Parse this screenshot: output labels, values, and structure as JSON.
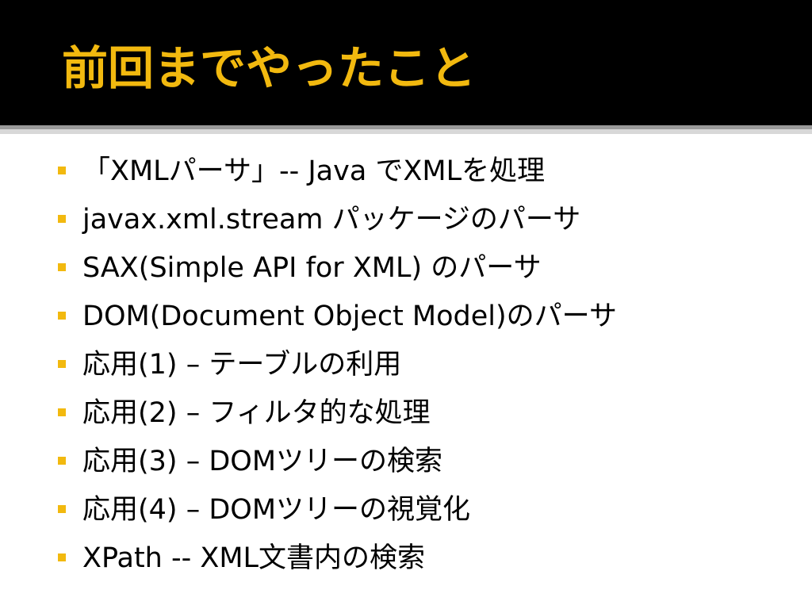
{
  "title": "前回までやったこと",
  "colors": {
    "title_bar": "#000000",
    "title_text": "#F2B90F",
    "bullet": "#F2B90F",
    "body_text": "#000000",
    "background": "#FFFFFF"
  },
  "bullets": [
    "「XMLパーサ」-- Java でXMLを処理",
    "javax.xml.stream パッケージのパーサ",
    "SAX(Simple API for XML) のパーサ",
    "DOM(Document Object Model)のパーサ",
    "応用(1) – テーブルの利用",
    "応用(2) – フィルタ的な処理",
    "応用(3) – DOMツリーの検索",
    "応用(4) – DOMツリーの視覚化",
    "XPath -- XML文書内の検索"
  ]
}
